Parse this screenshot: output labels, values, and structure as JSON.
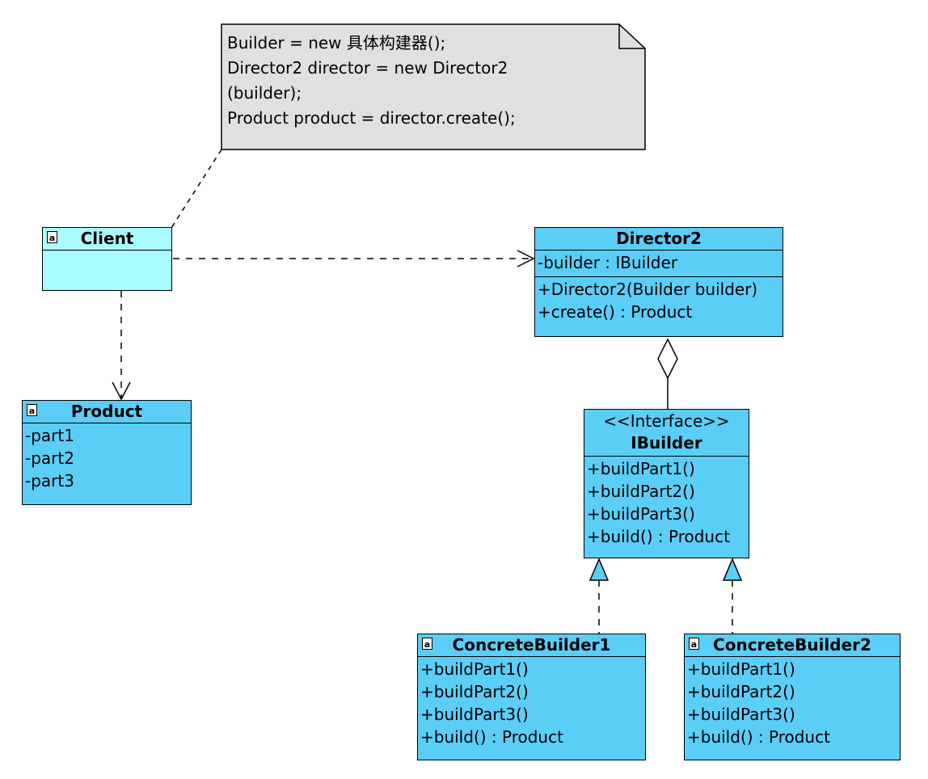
{
  "note": {
    "lines": [
      "Builder = new 具体构建器();",
      "Director2 director = new Director2",
      "(builder);",
      "Product product = director.create();"
    ]
  },
  "classes": {
    "client": {
      "name": "Client",
      "attributes": [],
      "operations": []
    },
    "product": {
      "name": "Product",
      "attributes": [
        "-part1",
        "-part2",
        "-part3"
      ]
    },
    "director2": {
      "name": "Director2",
      "attributes": [
        "-builder : IBuilder"
      ],
      "operations": [
        "+Director2(Builder builder)",
        "+create() : Product"
      ]
    },
    "ibuilder": {
      "stereotype": "<<Interface>>",
      "name": "IBuilder",
      "operations": [
        "+buildPart1()",
        "+buildPart2()",
        "+buildPart3()",
        "+build() : Product"
      ]
    },
    "concrete_builder1": {
      "name": "ConcreteBuilder1",
      "operations": [
        "+buildPart1()",
        "+buildPart2()",
        "+buildPart3()",
        "+build() : Product"
      ]
    },
    "concrete_builder2": {
      "name": "ConcreteBuilder2",
      "operations": [
        "+buildPart1()",
        "+buildPart2()",
        "+buildPart3()",
        "+build() : Product"
      ]
    }
  },
  "colors": {
    "class_fill": "#5bcef7",
    "client_fill": "#a9fbfd",
    "note_fill": "#e0e0e0",
    "line": "#000000"
  }
}
